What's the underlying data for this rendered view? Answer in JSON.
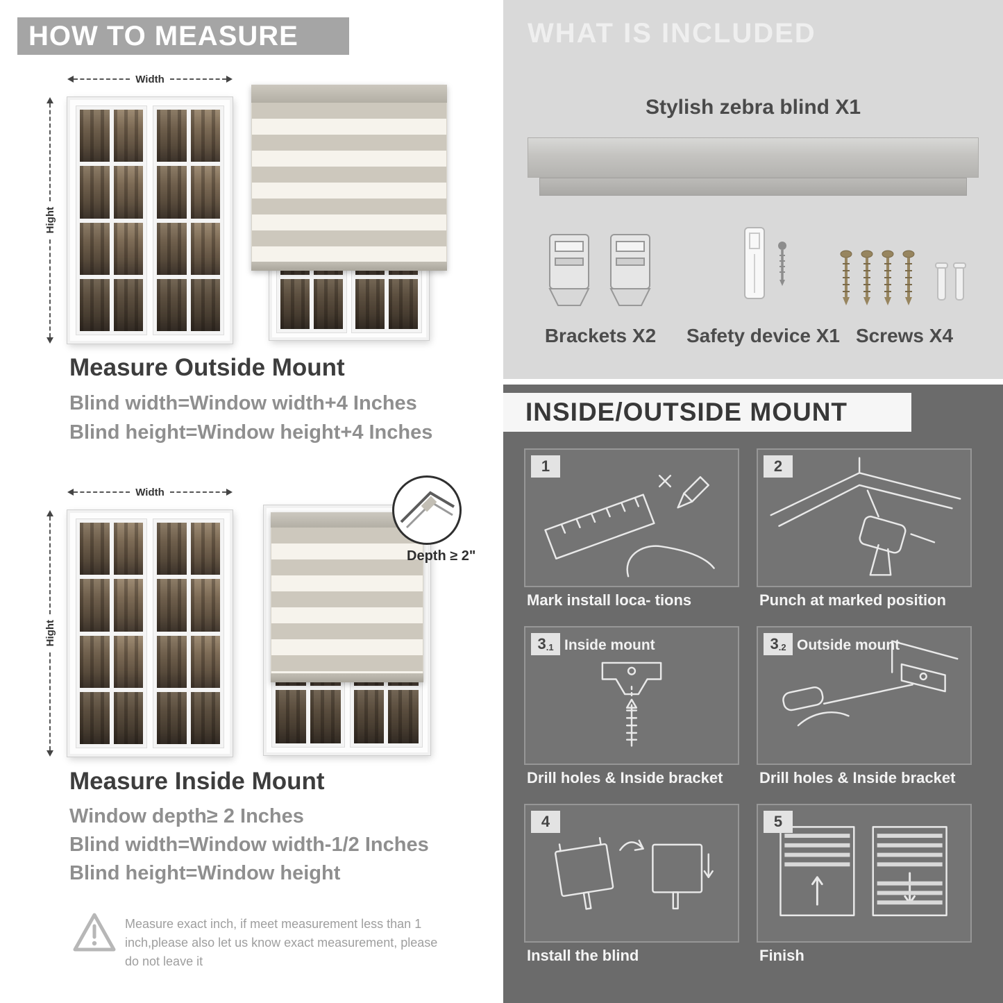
{
  "left": {
    "header": "HOW TO MEASURE",
    "outside": {
      "width_label": "Width",
      "height_label": "Hight",
      "title": "Measure Outside Mount",
      "line1": "Blind width=Window width+4 Inches",
      "line2": "Blind height=Window height+4 Inches"
    },
    "inside": {
      "width_label": "Width",
      "height_label": "Hight",
      "depth_label": "Depth ≥ 2\"",
      "title": "Measure Inside Mount",
      "line1": "Window depth≥ 2 Inches",
      "line2": "Blind width=Window width-1/2 Inches",
      "line3": "Blind height=Window height"
    },
    "warning": "Measure exact inch, if meet measurement less than 1 inch,please also let us know exact measurement, please do not leave it"
  },
  "included": {
    "header": "WHAT IS INCLUDED",
    "blind_label": "Stylish zebra blind X1",
    "items": [
      {
        "label": "Brackets X2"
      },
      {
        "label": "Safety device X1"
      },
      {
        "label": "Screws X4"
      }
    ]
  },
  "mount": {
    "header": "INSIDE/OUTSIDE MOUNT",
    "steps": [
      {
        "num": "1",
        "sub": "",
        "title": "",
        "caption": "Mark install loca- tions"
      },
      {
        "num": "2",
        "sub": "",
        "title": "",
        "caption": "Punch at  marked position"
      },
      {
        "num": "3",
        "sub": ".1",
        "title": "Inside mount",
        "caption": "Drill holes &  Inside bracket"
      },
      {
        "num": "3",
        "sub": ".2",
        "title": "Outside mount",
        "caption": "Drill holes &  Inside bracket"
      },
      {
        "num": "4",
        "sub": "",
        "title": "",
        "caption": "Install the blind"
      },
      {
        "num": "5",
        "sub": "",
        "title": "",
        "caption": "Finish"
      }
    ]
  },
  "colors": {
    "banner_gray": "#a5a5a5",
    "included_bg": "#d9d9d9",
    "mount_bg": "#6b6b6b",
    "heading_dark": "#3d3d3d",
    "formula_gray": "#8f8f8f"
  }
}
